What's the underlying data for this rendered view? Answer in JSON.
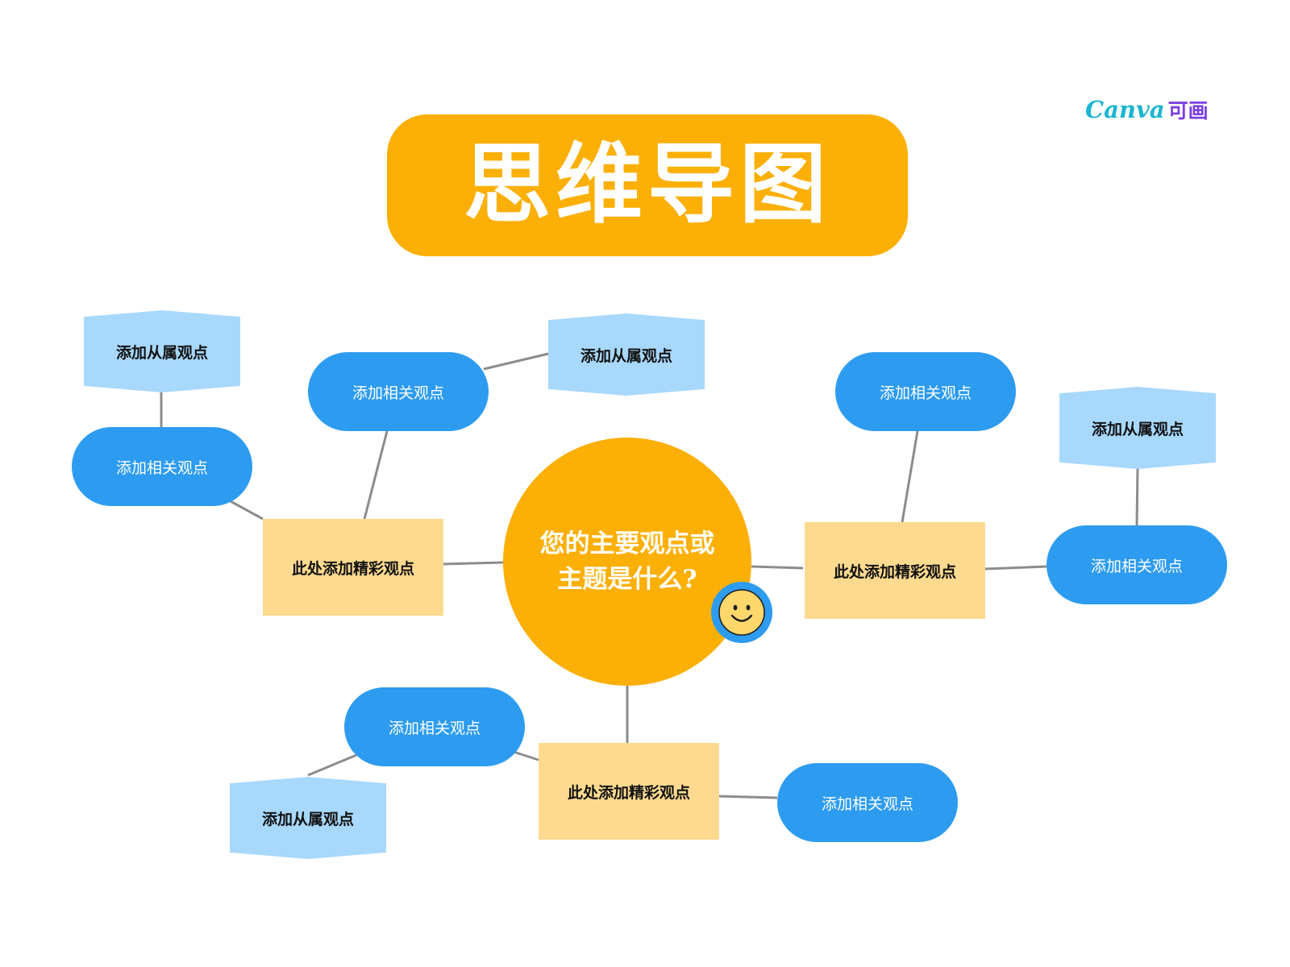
{
  "title": "思维导图",
  "logo": {
    "word": "Canva",
    "cn": "可画"
  },
  "center": {
    "text": "您的主要观点或主题是什么?"
  },
  "main_points": [
    {
      "label": "此处添加精彩观点"
    },
    {
      "label": "此处添加精彩观点"
    },
    {
      "label": "此处添加精彩观点"
    }
  ],
  "related_points": [
    {
      "label": "添加相关观点"
    },
    {
      "label": "添加相关观点"
    },
    {
      "label": "添加相关观点"
    },
    {
      "label": "添加相关观点"
    },
    {
      "label": "添加相关观点"
    },
    {
      "label": "添加相关观点"
    }
  ],
  "sub_points": [
    {
      "label": "添加从属观点"
    },
    {
      "label": "添加从属观点"
    },
    {
      "label": "添加从属观点"
    },
    {
      "label": "添加从属观点"
    }
  ],
  "colors": {
    "title_bg": "#FCAF04",
    "center_bg": "#FCAF04",
    "main_bg": "#FDDA8F",
    "related_bg": "#2D9CF0",
    "sub_bg": "#A8D8FC",
    "connector": "#8C8C8C"
  },
  "icons": {
    "badge": "smiley-face-icon"
  }
}
